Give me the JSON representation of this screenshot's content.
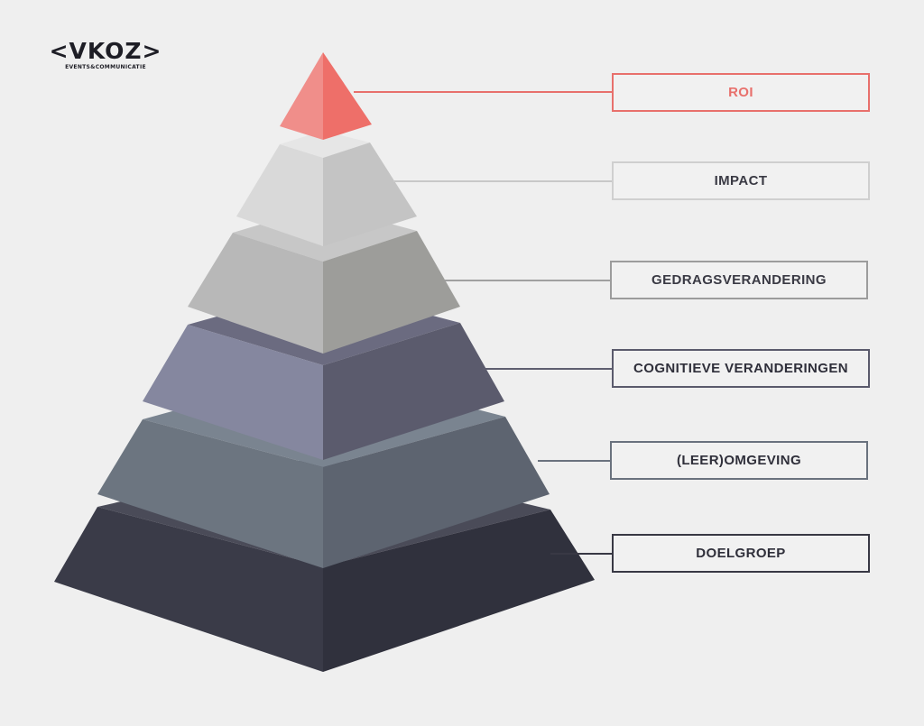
{
  "logo": {
    "word": "<VKOZ>",
    "sub": "EVENTS&COMMUNICATIE"
  },
  "levels": [
    {
      "label": "ROI",
      "border": "#e8706c",
      "text_color": "#e8706c",
      "line": "#e8706c",
      "left": "#f08e8a",
      "right": "#ee6f69",
      "top": "#f4a5a2"
    },
    {
      "label": "IMPACT",
      "border": "#cfcfcf",
      "text_color": "#3a3a44",
      "line": "#c8c8c8",
      "left": "#d9d9d9",
      "right": "#c4c4c4",
      "top": "#e6e6e6"
    },
    {
      "label": "GEDRAGSVERANDERING",
      "border": "#9c9c9c",
      "text_color": "#3a3a44",
      "line": "#a0a0a0",
      "left": "#b8b8b8",
      "right": "#9d9d9a",
      "top": "#c7c7c7"
    },
    {
      "label": "COGNITIEVE VERANDERINGEN",
      "border": "#5a5a6c",
      "text_color": "#2f2f3a",
      "line": "#5e5e70",
      "left": "#85879f",
      "right": "#5b5b6d",
      "top": "#6b6b80"
    },
    {
      "label": "(LEER)OMGEVING",
      "border": "#6a727e",
      "text_color": "#2f2f3a",
      "line": "#6a727e",
      "left": "#6c7580",
      "right": "#5d6470",
      "top": "#7a8490"
    },
    {
      "label": "DOELGROEP",
      "border": "#383844",
      "text_color": "#2f2f3a",
      "line": "#383844",
      "left": "#3a3b48",
      "right": "#30313d",
      "top": "#4a4b58"
    }
  ]
}
